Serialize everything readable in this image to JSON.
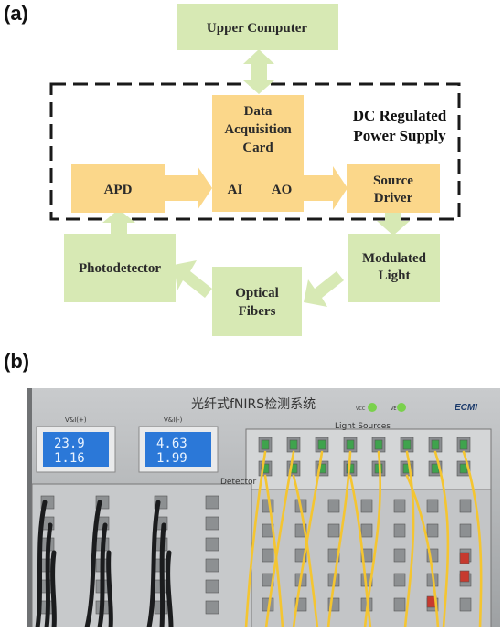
{
  "panel_a_label": "(a)",
  "panel_b_label": "(b)",
  "diagram": {
    "upper_computer": "Upper Computer",
    "daq_card": [
      "Data",
      "Acquisition",
      "Card"
    ],
    "ai": "AI",
    "ao": "AO",
    "apd": "APD",
    "source_driver": [
      "Source",
      "Driver"
    ],
    "dc_supply": [
      "DC Regulated",
      "Power Supply"
    ],
    "photodetector": "Photodetector",
    "modulated_light": [
      "Modulated",
      "Light"
    ],
    "optical_fibers": [
      "Optical",
      "Fibers"
    ]
  },
  "photo": {
    "device_title": "光纤式fNIRS检测系统",
    "brand": "ECMI",
    "meter_left_label": "V&I(+)",
    "meter_left_v": "23.9",
    "meter_left_i": "1.16",
    "meter_right_label": "V&I(-)",
    "meter_right_v": "4.63",
    "meter_right_i": "1.99",
    "light_sources": "Light Sources",
    "detector": "Detector",
    "vcc": "VCC",
    "vee": "VE"
  },
  "colors": {
    "orange_box": "#FBD78A",
    "green_box": "#D7E9B4",
    "dashed_border": "#1a1a1a",
    "meter_lcd": "#2b78d8",
    "fiber_yellow": "#f4c531",
    "panel_gray": "#b9bcbe"
  }
}
